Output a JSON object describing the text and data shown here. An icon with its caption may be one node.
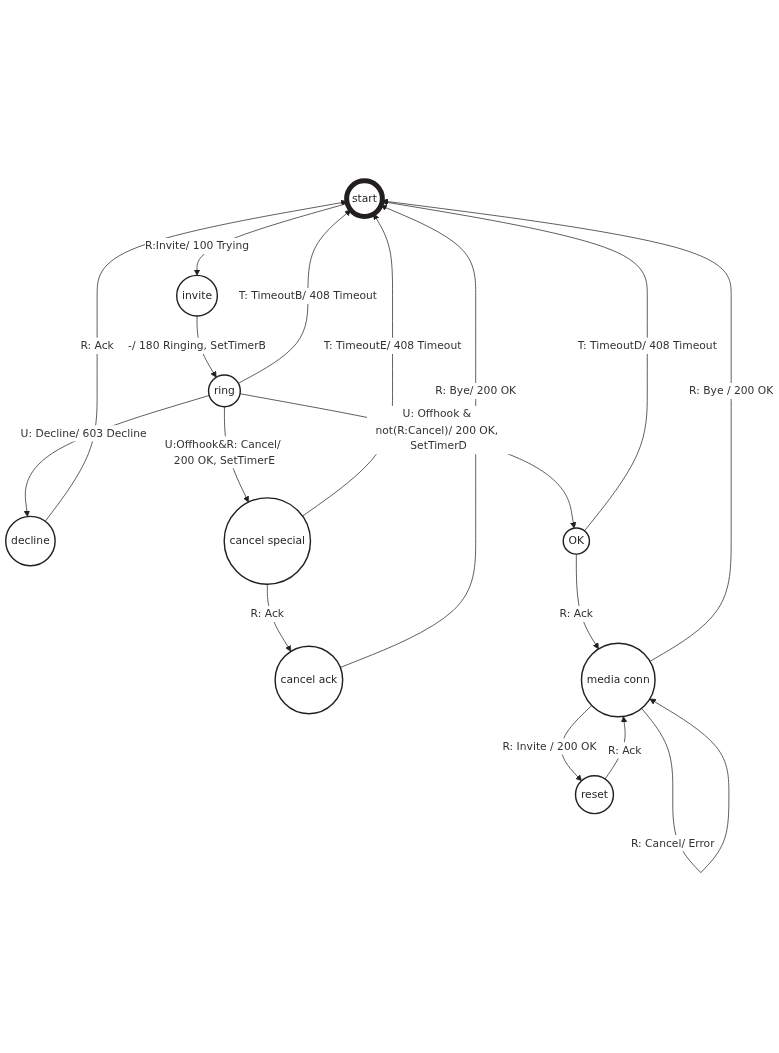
{
  "diagram": {
    "nodes": [
      {
        "text": [
          "start"
        ]
      },
      {
        "text": [
          "cancel ack"
        ]
      },
      {
        "text": [
          "invite"
        ]
      },
      {
        "text": [
          "decline"
        ]
      },
      {
        "text": [
          "ring"
        ]
      },
      {
        "text": [
          "cancel special"
        ]
      },
      {
        "text": [
          "OK"
        ]
      },
      {
        "text": [
          "media conn"
        ]
      },
      {
        "text": [
          "reset"
        ]
      }
    ],
    "edges": [
      {
        "from": 0,
        "to": 2,
        "arrow": "to",
        "label": "R:Invite/ 100 Trying"
      },
      {
        "from": 2,
        "to": 4,
        "arrow": "to",
        "label": "-/ 180 Ringing, SetTimerB"
      },
      {
        "from": 4,
        "to": 3,
        "arrow": "to",
        "label": "U: Decline/ 603 Decline"
      },
      {
        "from": 4,
        "to": 5,
        "arrow": "to",
        "label": "U:Offhook&R: Cancel/ 200 OK, SetTimerE"
      },
      {
        "from": 4,
        "to": 6,
        "arrow": "to",
        "label": "U: Offhook & not(R:Cancel)/ 200 OK, SetTimerD"
      },
      {
        "from": 6,
        "to": 7,
        "arrow": "to",
        "label": "R: Ack"
      },
      {
        "from": 7,
        "to": 8,
        "arrow": "to",
        "label": "R: Invite / 200 OK"
      },
      {
        "from": 8,
        "to": 7,
        "arrow": "to",
        "label": "R: Ack"
      },
      {
        "from": 7,
        "to": 7,
        "arrow": "to",
        "label": "R: Cancel/ Error"
      },
      {
        "from": 1,
        "to": 0,
        "arrow": "to",
        "label": "R: Bye/ 200 OK"
      },
      {
        "from": 5,
        "to": 1,
        "arrow": "to",
        "label": "R: Ack"
      },
      {
        "from": 5,
        "to": 0,
        "arrow": "to",
        "label": "T: TimeoutE/ 408 Timeout"
      },
      {
        "from": 4,
        "to": 0,
        "arrow": "to",
        "label": "T: TimeoutB/ 408 Timeout"
      },
      {
        "from": 3,
        "to": 0,
        "arrow": "to",
        "label": "R: Ack"
      },
      {
        "from": 6,
        "to": 0,
        "arrow": "to",
        "label": "T: TimeoutD/ 408 Timeout"
      },
      {
        "from": 7,
        "to": 0,
        "arrow": "to",
        "label": "R: Bye / 200 OK"
      }
    ]
  }
}
